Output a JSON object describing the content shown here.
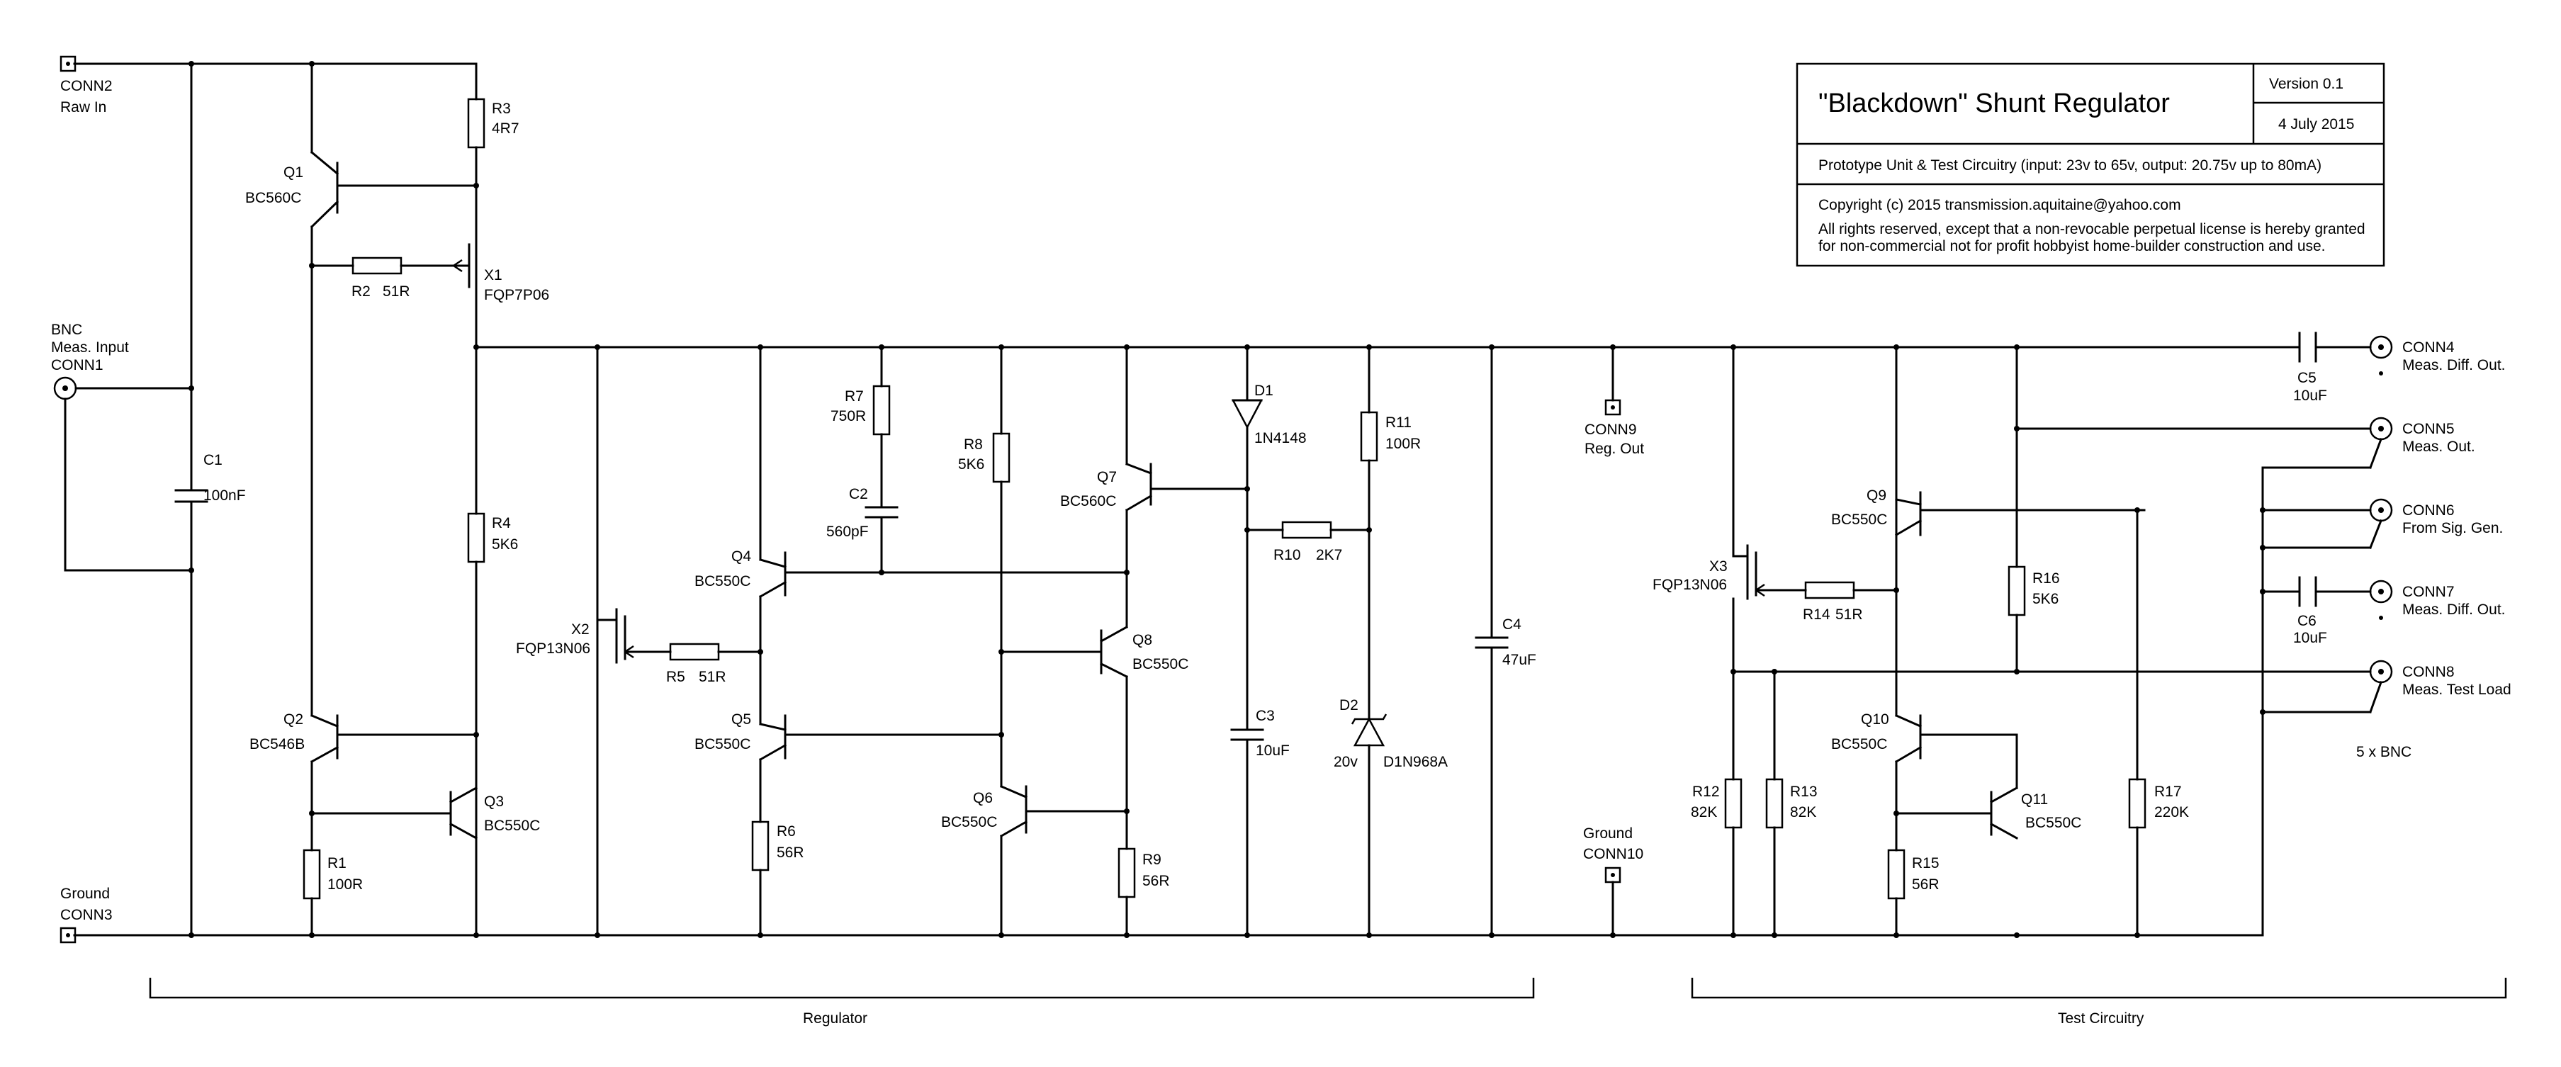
{
  "title_block": {
    "title": "\"Blackdown\" Shunt Regulator",
    "version": "Version  0.1",
    "date": "4  July  2015",
    "description": "Prototype Unit & Test Circuitry (input: 23v to 65v, output: 20.75v up to 80mA)",
    "copyright": "Copyright (c) 2015 transmission.aquitaine@yahoo.com",
    "license_line1": "All rights reserved, except that a non-revocable perpetual license is hereby granted",
    "license_line2": "for non-commercial not for profit hobbyist home-builder construction and use."
  },
  "sections": {
    "regulator": "Regulator",
    "test": "Test Circuitry"
  },
  "connectors": {
    "conn2": {
      "ref": "CONN2",
      "label": "Raw In"
    },
    "conn1": {
      "type": "BNC",
      "label": "Meas. Input",
      "ref": "CONN1"
    },
    "conn3": {
      "label": "Ground",
      "ref": "CONN3"
    },
    "conn9": {
      "ref": "CONN9",
      "label": "Reg. Out"
    },
    "conn10": {
      "label": "Ground",
      "ref": "CONN10"
    },
    "conn4": {
      "ref": "CONN4",
      "label": "Meas. Diff. Out."
    },
    "conn5": {
      "ref": "CONN5",
      "label": "Meas. Out."
    },
    "conn6": {
      "ref": "CONN6",
      "label": "From Sig. Gen."
    },
    "conn7": {
      "ref": "CONN7",
      "label": "Meas. Diff. Out."
    },
    "conn8": {
      "ref": "CONN8",
      "label": "Meas. Test Load"
    },
    "bnc_note": "5 x BNC"
  },
  "components": {
    "q1": {
      "ref": "Q1",
      "value": "BC560C"
    },
    "q2": {
      "ref": "Q2",
      "value": "BC546B"
    },
    "q3": {
      "ref": "Q3",
      "value": "BC550C"
    },
    "q4": {
      "ref": "Q4",
      "value": "BC550C"
    },
    "q5": {
      "ref": "Q5",
      "value": "BC550C"
    },
    "q6": {
      "ref": "Q6",
      "value": "BC550C"
    },
    "q7": {
      "ref": "Q7",
      "value": "BC560C"
    },
    "q8": {
      "ref": "Q8",
      "value": "BC550C"
    },
    "q9": {
      "ref": "Q9",
      "value": "BC550C"
    },
    "q10": {
      "ref": "Q10",
      "value": "BC550C"
    },
    "q11": {
      "ref": "Q11",
      "value": "BC550C"
    },
    "x1": {
      "ref": "X1",
      "value": "FQP7P06"
    },
    "x2": {
      "ref": "X2",
      "value": "FQP13N06"
    },
    "x3": {
      "ref": "X3",
      "value": "FQP13N06"
    },
    "r1": {
      "ref": "R1",
      "value": "100R"
    },
    "r2": {
      "ref": "R2",
      "value": "51R"
    },
    "r3": {
      "ref": "R3",
      "value": "4R7"
    },
    "r4": {
      "ref": "R4",
      "value": "5K6"
    },
    "r5": {
      "ref": "R5",
      "value": "51R"
    },
    "r6": {
      "ref": "R6",
      "value": "56R"
    },
    "r7": {
      "ref": "R7",
      "value": "750R"
    },
    "r8": {
      "ref": "R8",
      "value": "5K6"
    },
    "r9": {
      "ref": "R9",
      "value": "56R"
    },
    "r10": {
      "ref": "R10",
      "value": "2K7"
    },
    "r11": {
      "ref": "R11",
      "value": "100R"
    },
    "r12": {
      "ref": "R12",
      "value": "82K"
    },
    "r13": {
      "ref": "R13",
      "value": "82K"
    },
    "r14": {
      "ref": "R14",
      "value": "51R"
    },
    "r15": {
      "ref": "R15",
      "value": "56R"
    },
    "r16": {
      "ref": "R16",
      "value": "5K6"
    },
    "r17": {
      "ref": "R17",
      "value": "220K"
    },
    "c1": {
      "ref": "C1",
      "value": "100nF"
    },
    "c2": {
      "ref": "C2",
      "value": "560pF"
    },
    "c3": {
      "ref": "C3",
      "value": "10uF"
    },
    "c4": {
      "ref": "C4",
      "value": "47uF"
    },
    "c5": {
      "ref": "C5",
      "value": "10uF"
    },
    "c6": {
      "ref": "C6",
      "value": "10uF"
    },
    "d1": {
      "ref": "D1",
      "value": "1N4148"
    },
    "d2": {
      "ref": "D2",
      "voltage": "20v",
      "value": "D1N968A"
    }
  }
}
